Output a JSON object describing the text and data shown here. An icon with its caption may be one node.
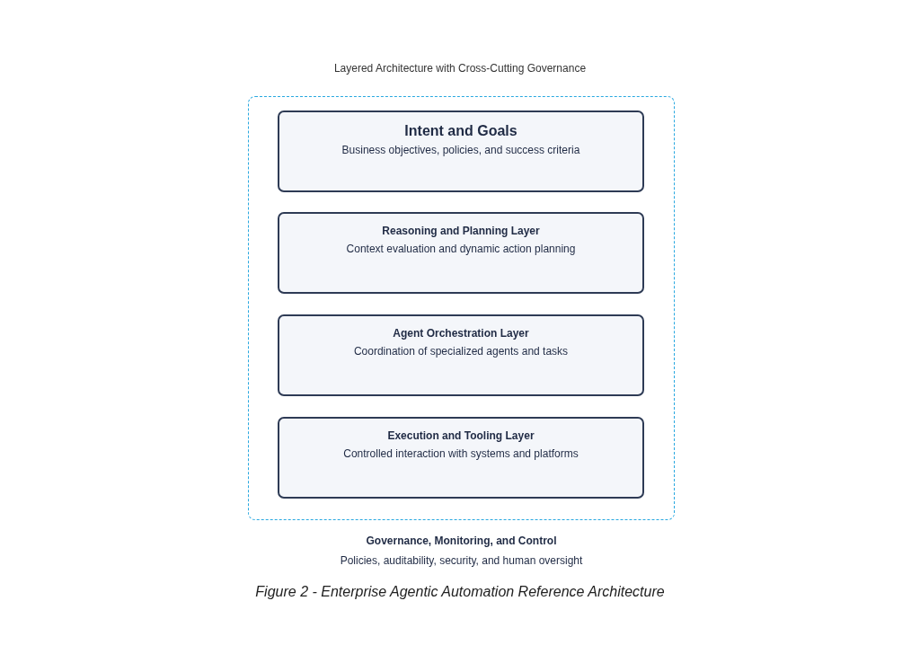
{
  "diagram": {
    "title": "Layered Architecture with Cross-Cutting Governance",
    "caption": "Figure 2 - Enterprise Agentic Automation Reference Architecture",
    "nodes": [
      {
        "text": [
          "Governance, Monitoring, and Control",
          "Policies, auditability, security, and human oversight"
        ]
      },
      {
        "text": [
          "Intent and Goals",
          "Business objectives, policies, and success criteria"
        ],
        "in": 0
      },
      {
        "text": [
          "Reasoning and Planning Layer",
          "Context evaluation and dynamic action planning"
        ],
        "in": 0
      },
      {
        "text": [
          "Agent Orchestration Layer",
          "Coordination of specialized agents and tasks"
        ],
        "in": 0
      },
      {
        "text": [
          "Execution and Tooling Layer",
          "Controlled interaction with systems and platforms"
        ],
        "in": 0
      }
    ],
    "edges": []
  }
}
